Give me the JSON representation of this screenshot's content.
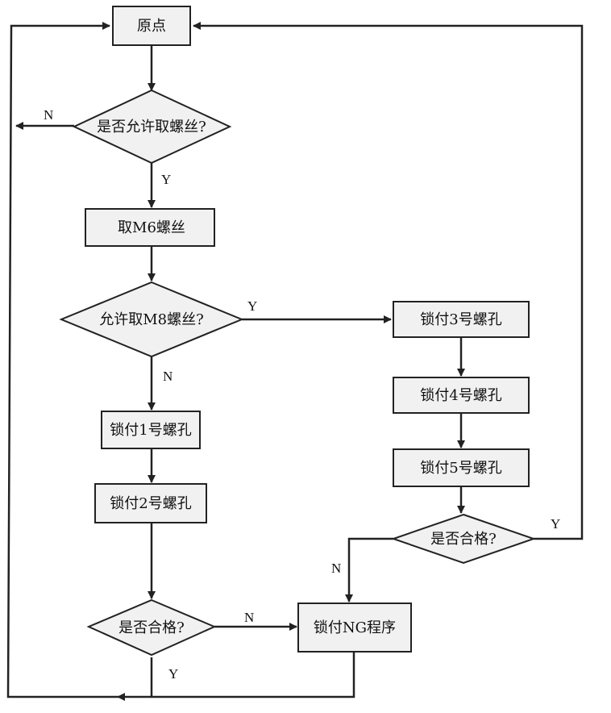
{
  "nodes": {
    "origin": "原点",
    "allow_take_screw": "是否允许取螺丝?",
    "take_m6": "取M6螺丝",
    "allow_take_m8": "允许取M8螺丝?",
    "lock_hole_1": "锁付1号螺孔",
    "lock_hole_2": "锁付2号螺孔",
    "qualified_left": "是否合格?",
    "lock_hole_3": "锁付3号螺孔",
    "lock_hole_4": "锁付4号螺孔",
    "lock_hole_5": "锁付5号螺孔",
    "qualified_right": "是否合格?",
    "lock_ng": "锁付NG程序"
  },
  "edge_labels": {
    "allow_take_no": "N",
    "allow_take_yes": "Y",
    "m8_yes": "Y",
    "m8_no": "N",
    "right_check_yes": "Y",
    "right_check_no": "N",
    "left_check_no": "N",
    "left_check_yes": "Y"
  },
  "colors": {
    "box_fill": "#f1f1f1",
    "stroke": "#222222",
    "background": "#ffffff"
  }
}
